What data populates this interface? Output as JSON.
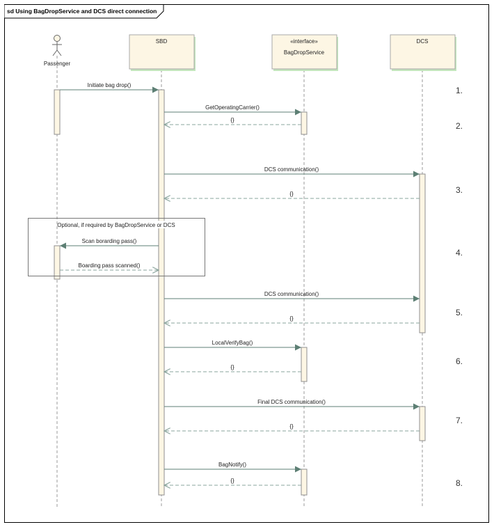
{
  "frame": {
    "title": "sd Using  BagDropService and DCS direct connection"
  },
  "colors": {
    "lifeline_box_fill": "#fdf6e4",
    "lifeline_box_stroke": "#a8a8a8",
    "lifeline_box_shadow": "#c3e6bd",
    "activation_fill": "#fdf6e4",
    "activation_stroke": "#8f8f8f",
    "message_line": "#5d7f74",
    "return_line": "#8aa49c",
    "frame_stroke": "#000000"
  },
  "lifelines": [
    {
      "id": "passenger",
      "label": "Passenger",
      "stereotype": "",
      "type": "actor"
    },
    {
      "id": "sbd",
      "label": "SBD",
      "stereotype": "",
      "type": "box"
    },
    {
      "id": "bagdrop",
      "label": "BagDropService",
      "stereotype": "«interface»",
      "type": "box"
    },
    {
      "id": "dcs",
      "label": "DCS",
      "stereotype": "",
      "type": "box"
    }
  ],
  "fragment": {
    "label": "Optional, if required by BagDropService or DCS"
  },
  "messages": [
    {
      "id": "m1",
      "label": "Initiate bag drop()",
      "from": "passenger",
      "to": "sbd",
      "kind": "call"
    },
    {
      "id": "m2",
      "label": "GetOperatingCarrier()",
      "from": "sbd",
      "to": "bagdrop",
      "kind": "call"
    },
    {
      "id": "m3",
      "label": "{}",
      "from": "bagdrop",
      "to": "sbd",
      "kind": "return"
    },
    {
      "id": "m4",
      "label": "DCS communication()",
      "from": "sbd",
      "to": "dcs",
      "kind": "call"
    },
    {
      "id": "m5",
      "label": "{}",
      "from": "dcs",
      "to": "sbd",
      "kind": "return"
    },
    {
      "id": "m6",
      "label": "Scan borarding pass()",
      "from": "sbd",
      "to": "passenger",
      "kind": "call"
    },
    {
      "id": "m7",
      "label": "Boarding pass scanned()",
      "from": "passenger",
      "to": "sbd",
      "kind": "return"
    },
    {
      "id": "m8",
      "label": "DCS communication()",
      "from": "sbd",
      "to": "dcs",
      "kind": "call"
    },
    {
      "id": "m9",
      "label": "{}",
      "from": "dcs",
      "to": "sbd",
      "kind": "return"
    },
    {
      "id": "m10",
      "label": "LocalVerifyBag()",
      "from": "sbd",
      "to": "bagdrop",
      "kind": "call"
    },
    {
      "id": "m11",
      "label": "{}",
      "from": "bagdrop",
      "to": "sbd",
      "kind": "return"
    },
    {
      "id": "m12",
      "label": "Final DCS communication()",
      "from": "sbd",
      "to": "dcs",
      "kind": "call"
    },
    {
      "id": "m13",
      "label": "{}",
      "from": "dcs",
      "to": "sbd",
      "kind": "return"
    },
    {
      "id": "m14",
      "label": "BagNotify()",
      "from": "sbd",
      "to": "bagdrop",
      "kind": "call"
    },
    {
      "id": "m15",
      "label": "{}",
      "from": "bagdrop",
      "to": "sbd",
      "kind": "return"
    }
  ],
  "steps": [
    "1.",
    "2.",
    "3.",
    "4.",
    "5.",
    "6.",
    "7.",
    "8."
  ]
}
